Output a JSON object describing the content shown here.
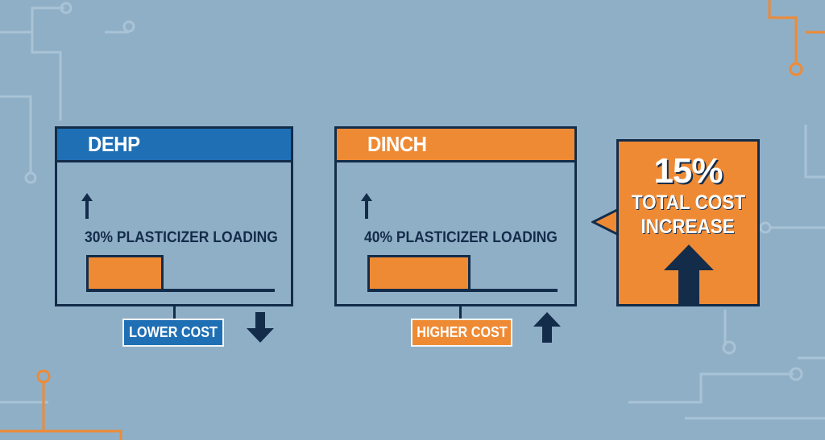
{
  "panels": [
    {
      "title": "DEHP",
      "loading_label": "30% PLASTICIZER LOADING",
      "loading_percent": 30,
      "cost_label": "LOWER COST",
      "cost_direction": "down",
      "header_color": "#1f6fb5"
    },
    {
      "title": "DINCH",
      "loading_label": "40% PLASTICIZER LOADING",
      "loading_percent": 40,
      "cost_label": "HIGHER COST",
      "cost_direction": "up",
      "header_color": "#ef8a34"
    }
  ],
  "callout": {
    "percent": "15%",
    "line1": "TOTAL COST",
    "line2": "INCREASE",
    "direction": "up"
  },
  "icons": [
    "up-arrow-icon",
    "down-arrow-icon",
    "circuit-decoration"
  ],
  "colors": {
    "background": "#8fafc6",
    "blue": "#1f6fb5",
    "orange": "#ef8a34",
    "navy": "#132c4a"
  }
}
